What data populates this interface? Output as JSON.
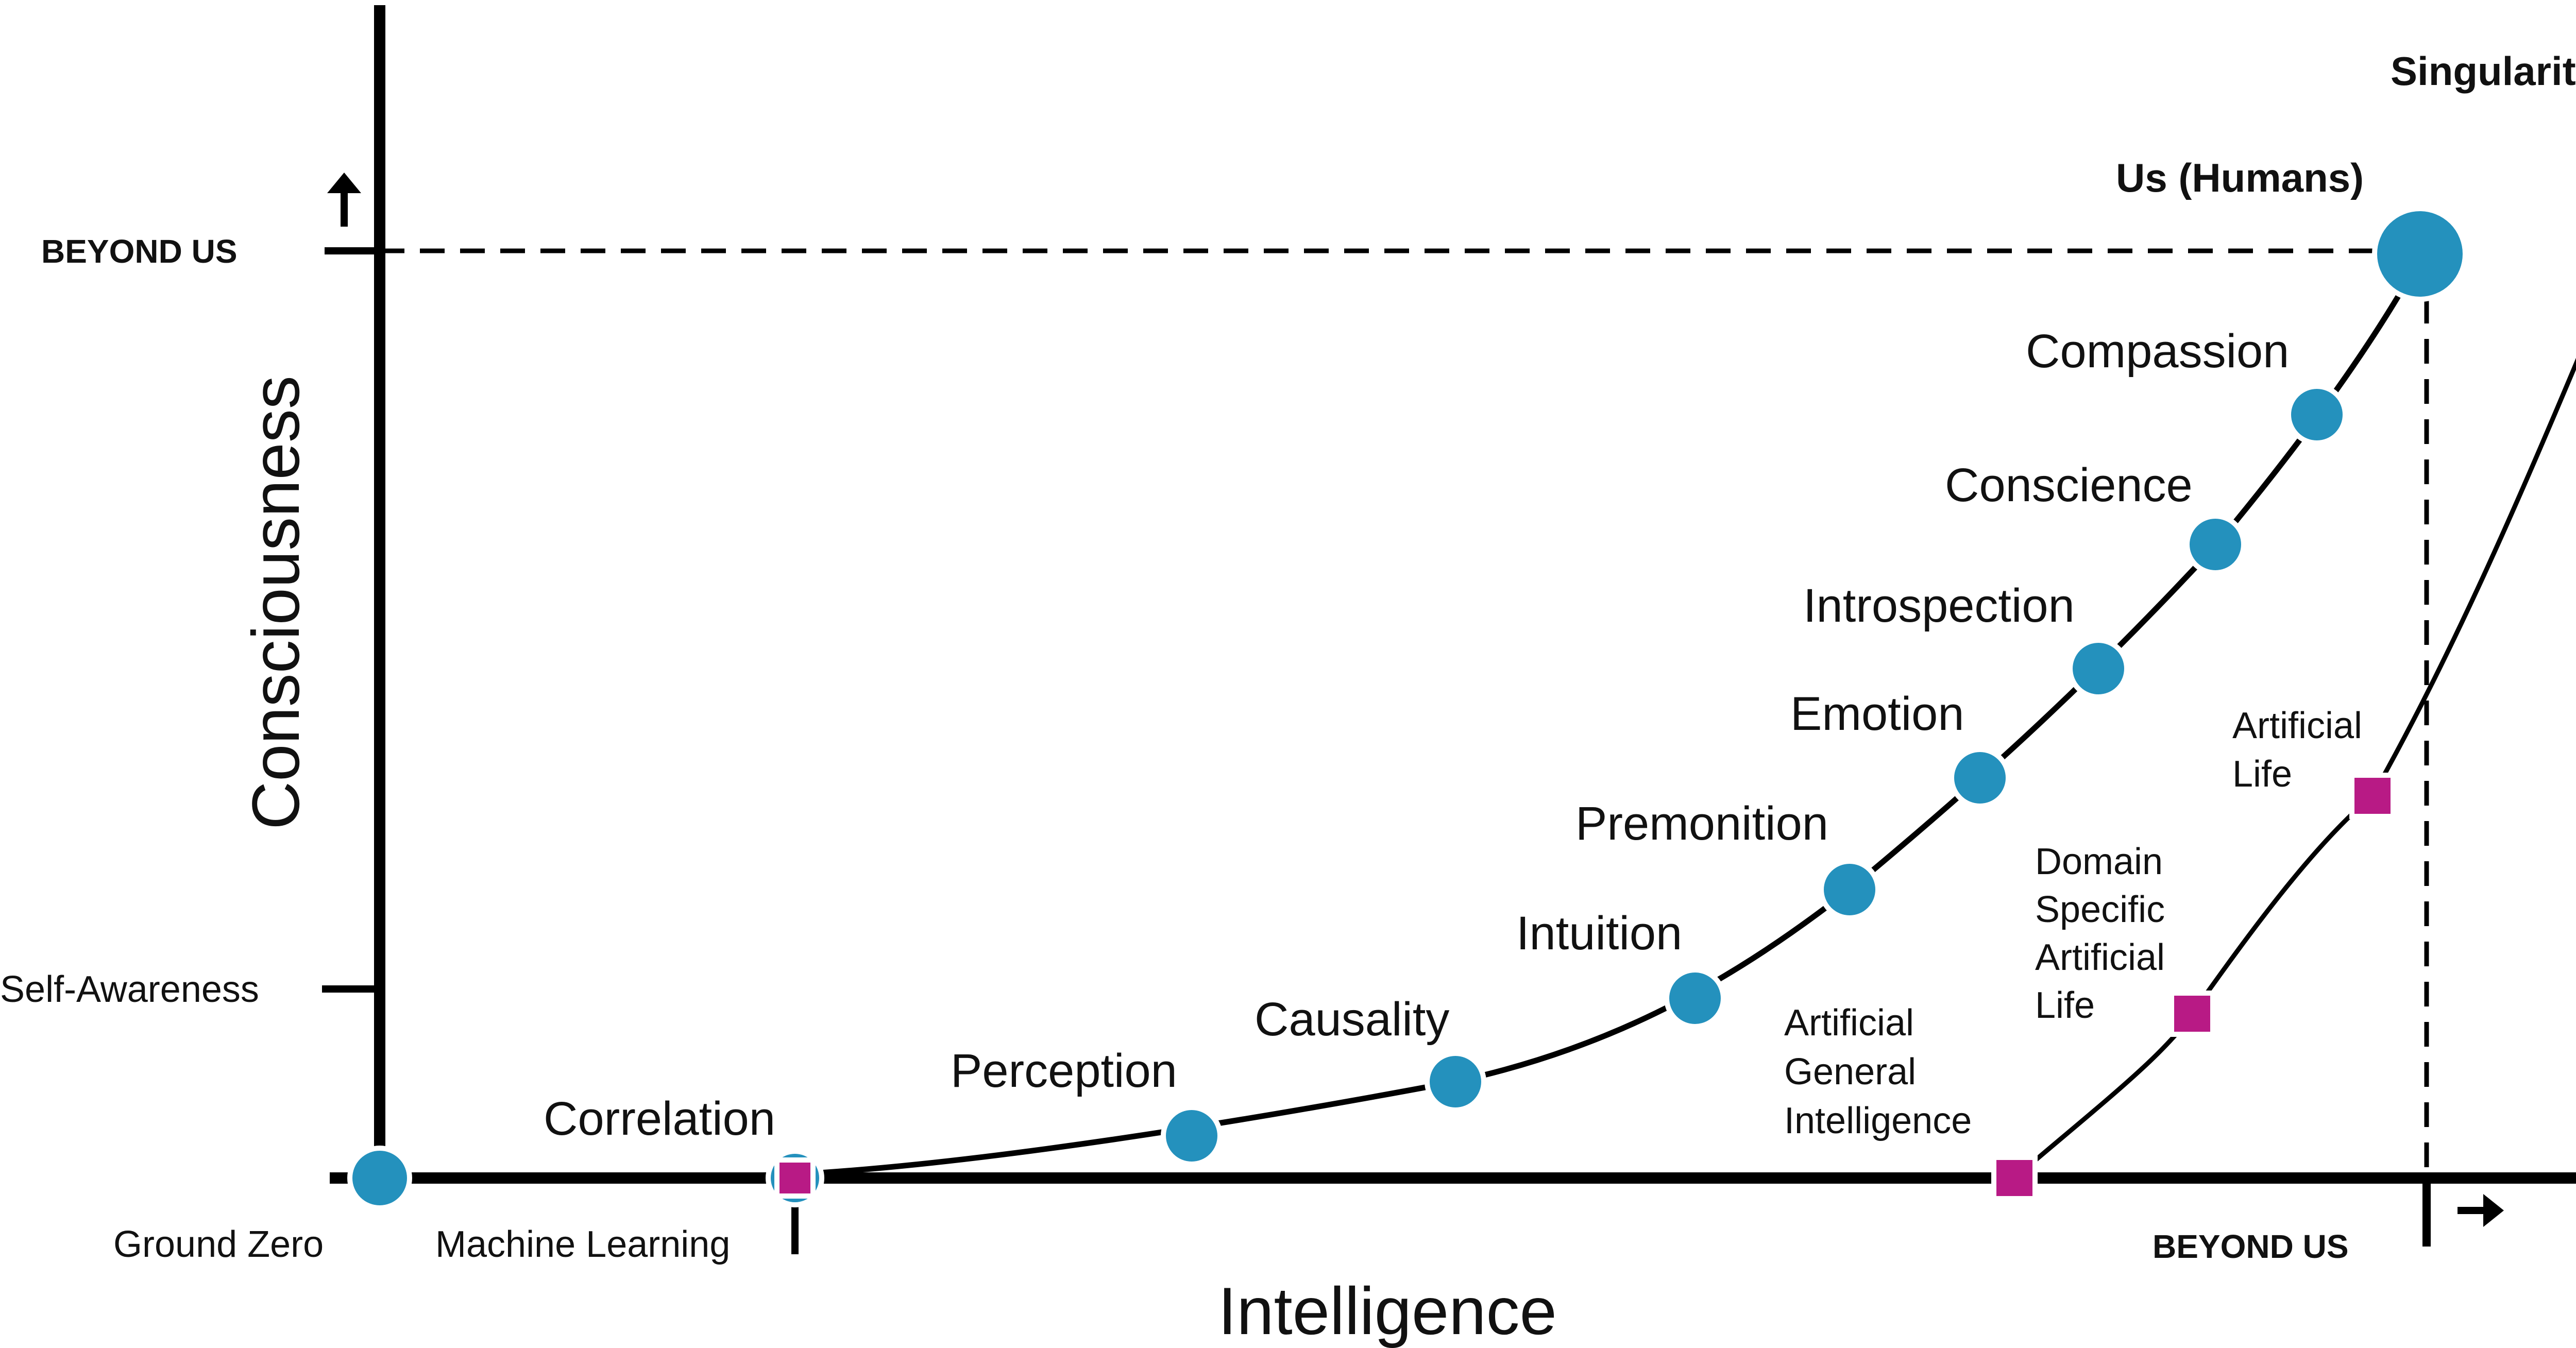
{
  "axes": {
    "x_label": "Intelligence",
    "y_label": "Consciousness",
    "x_marker": "BEYOND US",
    "y_marker": "BEYOND US",
    "y_mid_tick": "Self-Awareness"
  },
  "origin": {
    "ground_zero": "Ground Zero",
    "machine_learning": "Machine Learning"
  },
  "human_path": {
    "color": "#2491bd",
    "points": [
      {
        "label": "Correlation"
      },
      {
        "label": "Perception"
      },
      {
        "label": "Causality"
      },
      {
        "label": "Intuition"
      },
      {
        "label": "Premonition"
      },
      {
        "label": "Emotion"
      },
      {
        "label": "Introspection"
      },
      {
        "label": "Conscience"
      },
      {
        "label": "Compassion"
      }
    ],
    "endpoint": "Us (Humans)"
  },
  "ai_path": {
    "color": "#b81a85",
    "agi_lines": [
      "Artificial",
      "General",
      "Intelligence"
    ],
    "dsal_lines": [
      "Domain",
      "Specific",
      "Artificial",
      "Life"
    ],
    "al_lines": [
      "Artificial",
      "Life"
    ],
    "endpoint": "Singularity"
  }
}
